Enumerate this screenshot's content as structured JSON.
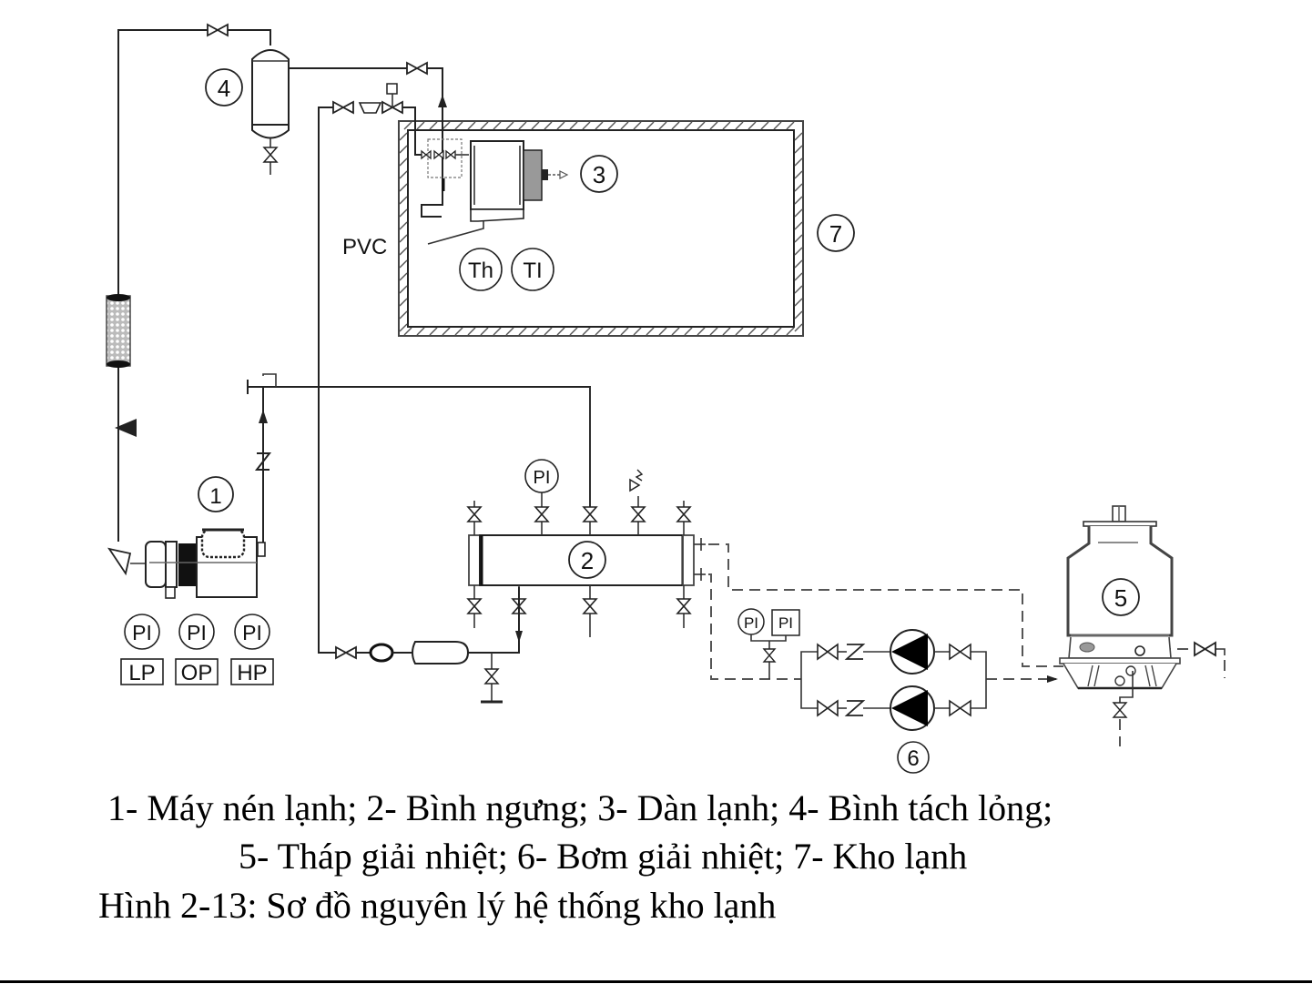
{
  "diagram": {
    "title": "Hình 2-13: Sơ đồ nguyên lý hệ thống kho lạnh",
    "legend": {
      "line1": "1- Máy nén lạnh; 2- Bình ngưng; 3- Dàn lạnh; 4- Bình tách lỏng;",
      "line2": "5- Tháp giải nhiệt; 6- Bơm giải nhiệt; 7- Kho lạnh"
    },
    "components": [
      {
        "id": "1",
        "label": "1",
        "name": "Máy nén lạnh"
      },
      {
        "id": "2",
        "label": "2",
        "name": "Bình ngưng"
      },
      {
        "id": "3",
        "label": "3",
        "name": "Dàn lạnh"
      },
      {
        "id": "4",
        "label": "4",
        "name": "Bình tách lỏng"
      },
      {
        "id": "5",
        "label": "5",
        "name": "Tháp giải nhiệt"
      },
      {
        "id": "6",
        "label": "6",
        "name": "Bơm giải nhiệt"
      },
      {
        "id": "7",
        "label": "7",
        "name": "Kho lạnh"
      }
    ],
    "instruments": {
      "compressor_gauges": [
        "PI",
        "PI",
        "PI"
      ],
      "compressor_switches": [
        "LP",
        "OP",
        "HP"
      ],
      "condenser_gauge": "PI",
      "pump_gauge": "PI",
      "pump_switch": "PI",
      "room_thermostat": "Th",
      "room_thermometer": "TI"
    },
    "annotations": {
      "drain_pipe": "PVC"
    }
  }
}
